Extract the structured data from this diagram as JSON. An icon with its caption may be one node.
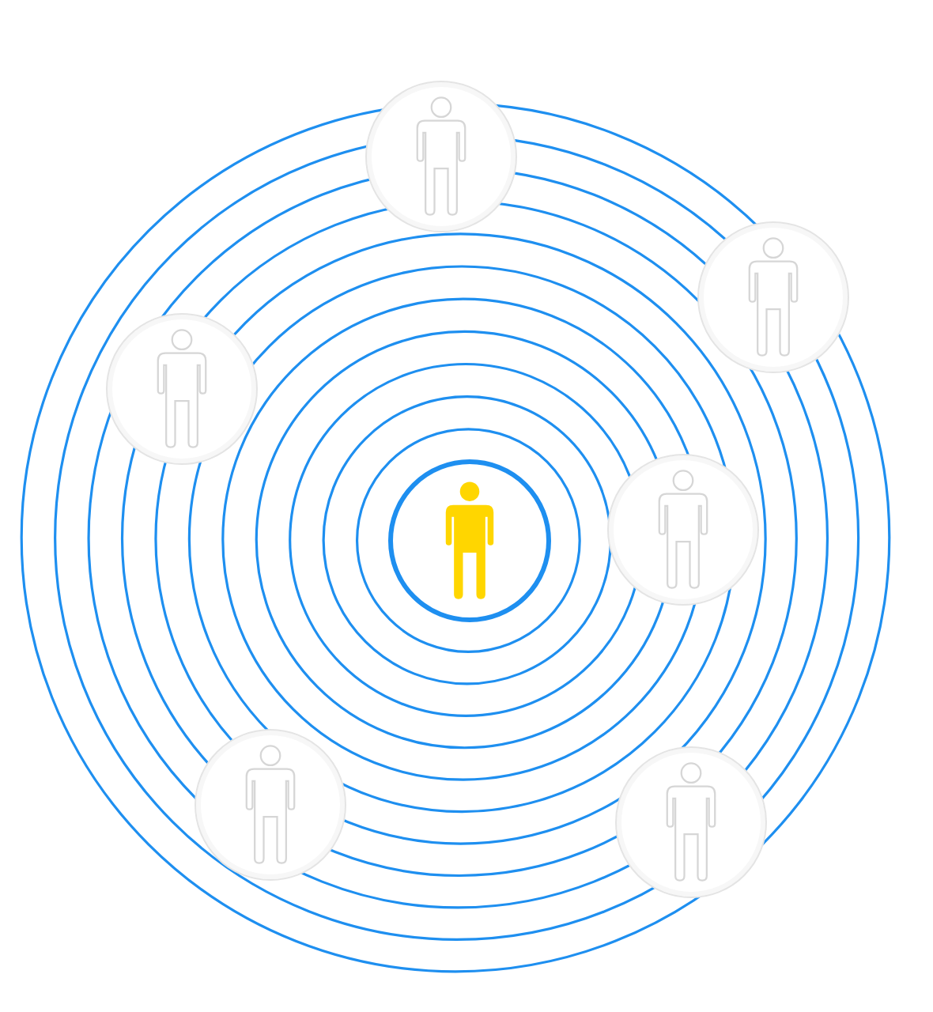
{
  "diagram": {
    "nodes": [
      {
        "text": [],
        "shape": "person"
      },
      {
        "text": [],
        "shape": "person"
      },
      {
        "text": [],
        "shape": "person"
      },
      {
        "text": [],
        "shape": "person"
      },
      {
        "text": [],
        "shape": "person"
      },
      {
        "text": [],
        "shape": "person"
      },
      {
        "text": [],
        "shape": "person"
      }
    ]
  }
}
